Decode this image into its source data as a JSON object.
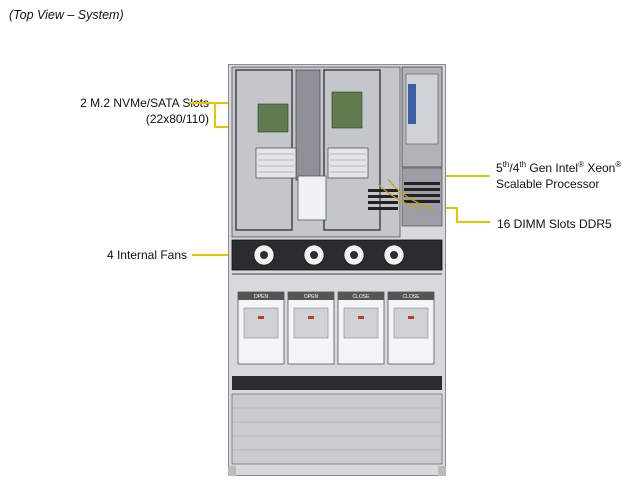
{
  "caption": "(Top View – System)",
  "callouts": {
    "m2": {
      "line1": "2 M.2 NVMe/SATA Slots",
      "line2": "(22x80/110)"
    },
    "cpu": {
      "gen_a": "5",
      "gen_a_sup": "th",
      "gen_sep": "/4",
      "gen_b_sup": "th",
      "gen_rest": " Gen Intel",
      "reg1": "®",
      "brand": " Xeon",
      "reg2": "®",
      "line2": "Scalable Processor"
    },
    "dimm": {
      "text": "16 DIMM Slots DDR5"
    },
    "fans": {
      "text": "4 Internal  Fans"
    }
  },
  "drive_trays": [
    {
      "label": "OPEN"
    },
    {
      "label": "OPEN"
    },
    {
      "label": "CLOSE"
    },
    {
      "label": "CLOSE"
    }
  ],
  "colors": {
    "leader_line": "#e8c400"
  }
}
